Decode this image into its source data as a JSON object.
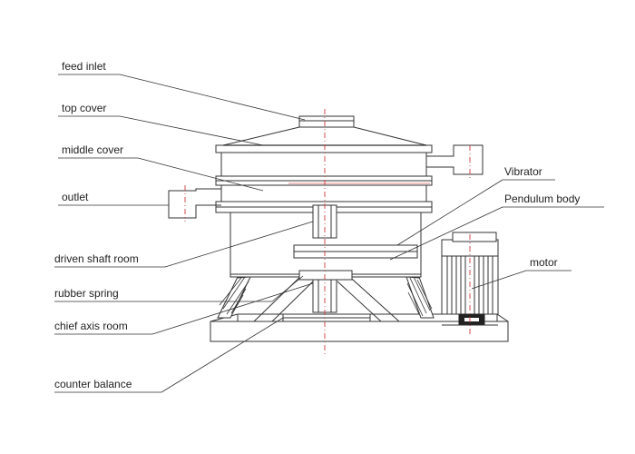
{
  "labels": {
    "feed_inlet": "feed inlet",
    "top_cover": "top cover",
    "middle_cover": "middle cover",
    "outlet": "outlet",
    "driven_shaft_room": "driven shaft room",
    "rubber_spring": "rubber spring",
    "chief_axis_room": "chief axis room",
    "counter_balance": "counter balance",
    "vibrator": "Vibrator",
    "pendulum_body": "Pendulum  body",
    "motor": "motor"
  },
  "colors": {
    "line": "#333333",
    "centerline": "#d23a3a",
    "background": "#ffffff"
  }
}
